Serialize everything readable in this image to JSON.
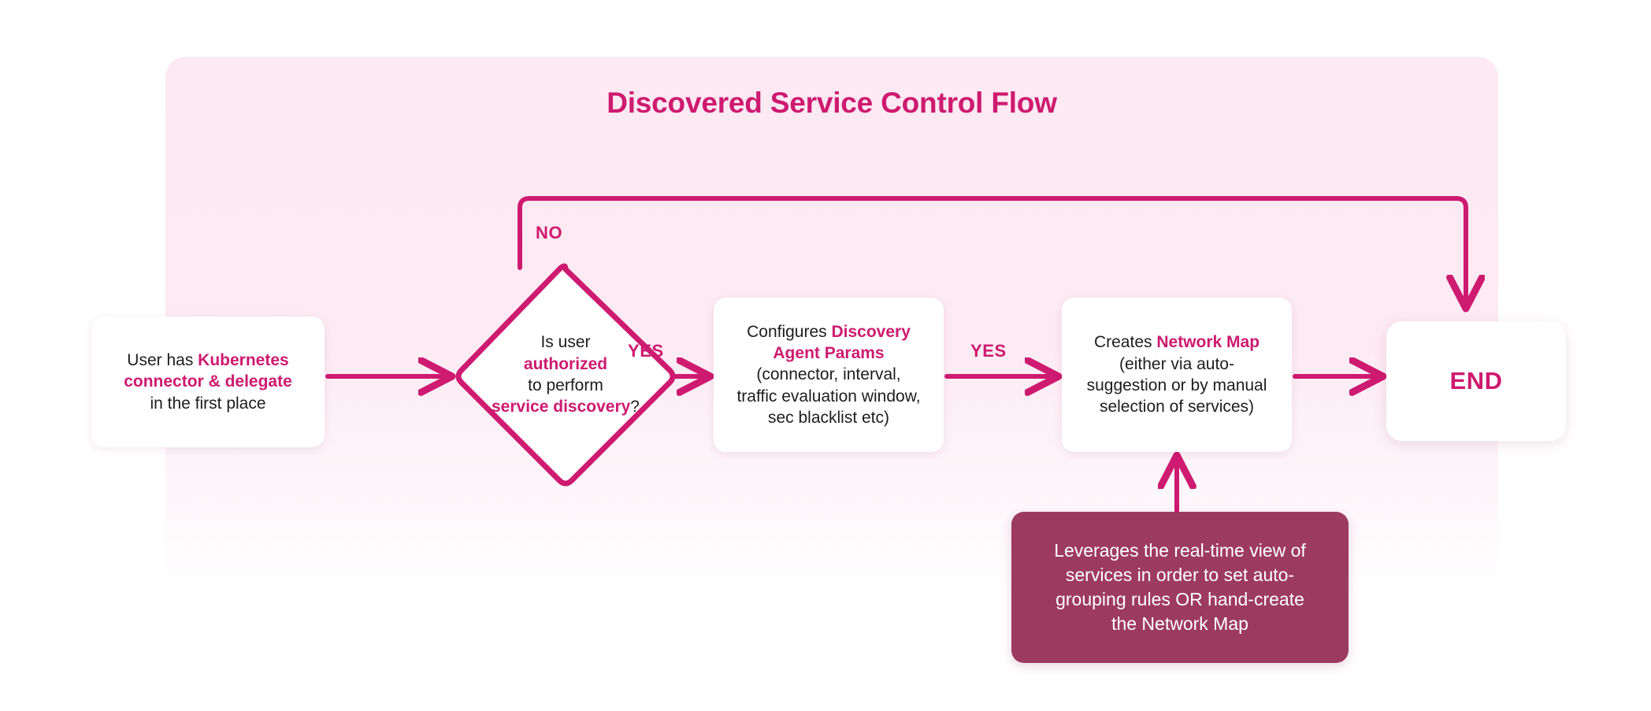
{
  "diagram": {
    "title": "Discovered Service Control Flow",
    "accent_color": "#CE1A70",
    "panel_color": "#FCE9F2",
    "note_color": "#9D3B5E",
    "text_color": "#1d1d1d"
  },
  "nodes": {
    "start": {
      "name": "User has Kubernetes connector & delegate in the first place",
      "line1_plain": "User has ",
      "line1_highlight": "Kubernetes",
      "line2_highlight": "connector & delegate",
      "line3_plain": "in the first place"
    },
    "decision": {
      "name": "Is user authorized to perform service discovery?",
      "line1_plain": "Is user",
      "line2_highlight": "authorized",
      "line3_plain": "to perform",
      "line4_highlight": "service discovery",
      "line4_tail": "?"
    },
    "config": {
      "name": "Configures Discovery Agent Params",
      "line1_plain": "Configures ",
      "line1_highlight": "Discovery",
      "line2_highlight": "Agent Params",
      "line3_plain": "(connector, interval,",
      "line4_plain": "traffic evaluation window,",
      "line5_plain": "sec blacklist etc)"
    },
    "netmap": {
      "name": "Creates Network Map",
      "line1_plain": "Creates ",
      "line1_highlight": "Network Map",
      "line2_plain": "(either via auto-",
      "line3_plain": "suggestion or by manual",
      "line4_plain": "selection of services)"
    },
    "end": {
      "label": "END"
    },
    "note": {
      "line1": "Leverages the real-time view of",
      "line2": "services in order to set auto-",
      "line3": "grouping rules OR hand-create",
      "line4": "the Network Map"
    }
  },
  "edges": [
    {
      "id": "start-to-decision",
      "label": ""
    },
    {
      "id": "decision-no-to-end",
      "label": "NO"
    },
    {
      "id": "decision-yes-to-config",
      "label": "YES"
    },
    {
      "id": "config-to-netmap",
      "label": "YES"
    },
    {
      "id": "netmap-to-end",
      "label": ""
    },
    {
      "id": "note-to-netmap",
      "label": ""
    }
  ],
  "edge_labels": {
    "no": "NO",
    "yes_1": "YES",
    "yes_2": "YES"
  }
}
